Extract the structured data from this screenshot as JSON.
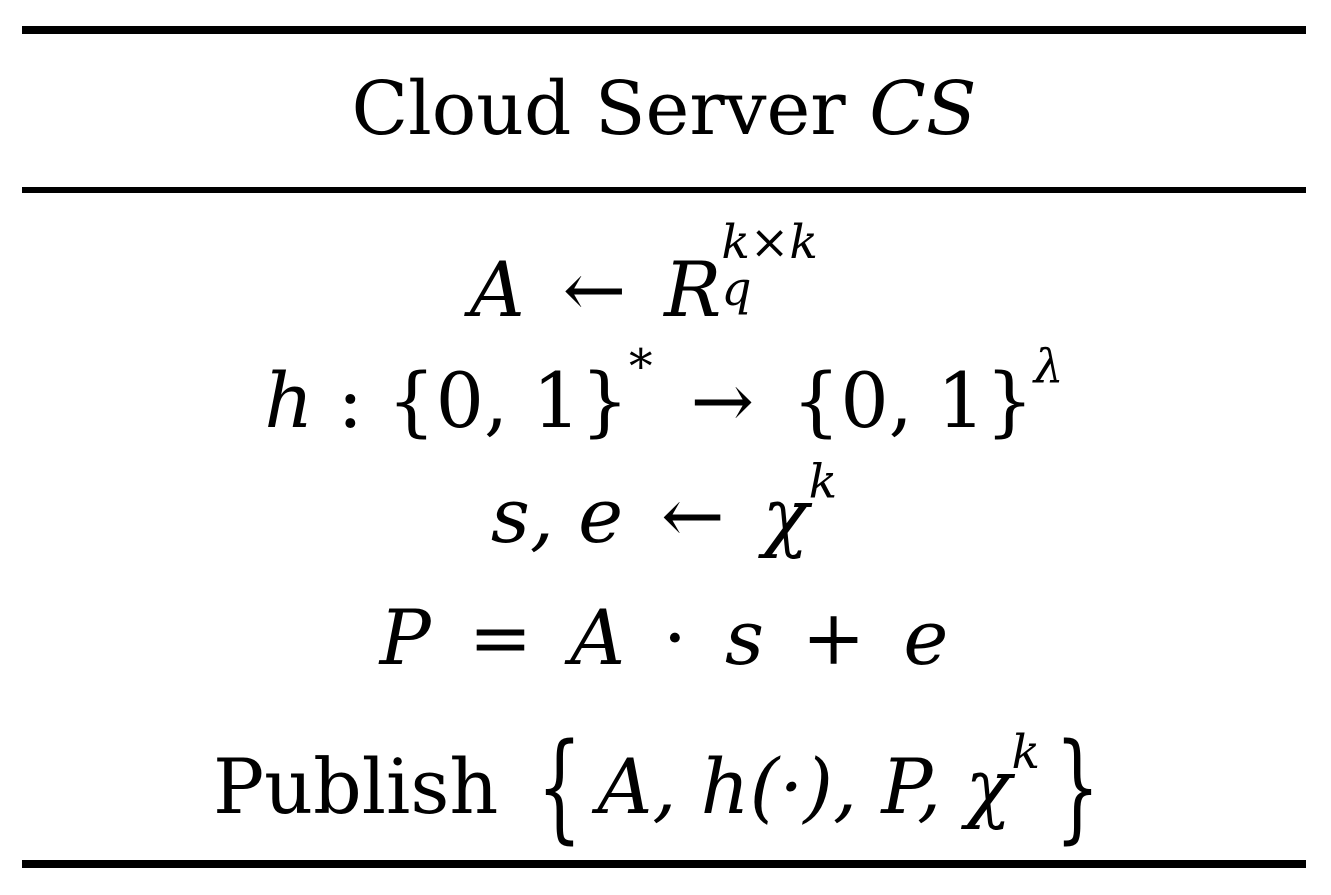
{
  "table": {
    "title_prefix": "Cloud Server ",
    "title_var": "CS"
  },
  "eq1": {
    "lhs": "A",
    "arrow": "←",
    "base": "R",
    "sup": "k×k",
    "sub": "q"
  },
  "eq2": {
    "h": "h",
    "colon": " : ",
    "set1": "{0, 1}",
    "star": "*",
    "arrow": "→",
    "set2": "{0, 1}",
    "lambda": "λ"
  },
  "eq3": {
    "vars": "s, e",
    "arrow": "←",
    "chi": "χ",
    "sup": "k"
  },
  "eq4": {
    "P": "P",
    "eq": "=",
    "A": "A",
    "dot": "·",
    "s": "s",
    "plus": "+",
    "e": "e"
  },
  "eq5": {
    "word": "Publish ",
    "lbrace": "{",
    "content": "A, h(·), P, χ",
    "sup": "k",
    "rbrace": "}"
  }
}
